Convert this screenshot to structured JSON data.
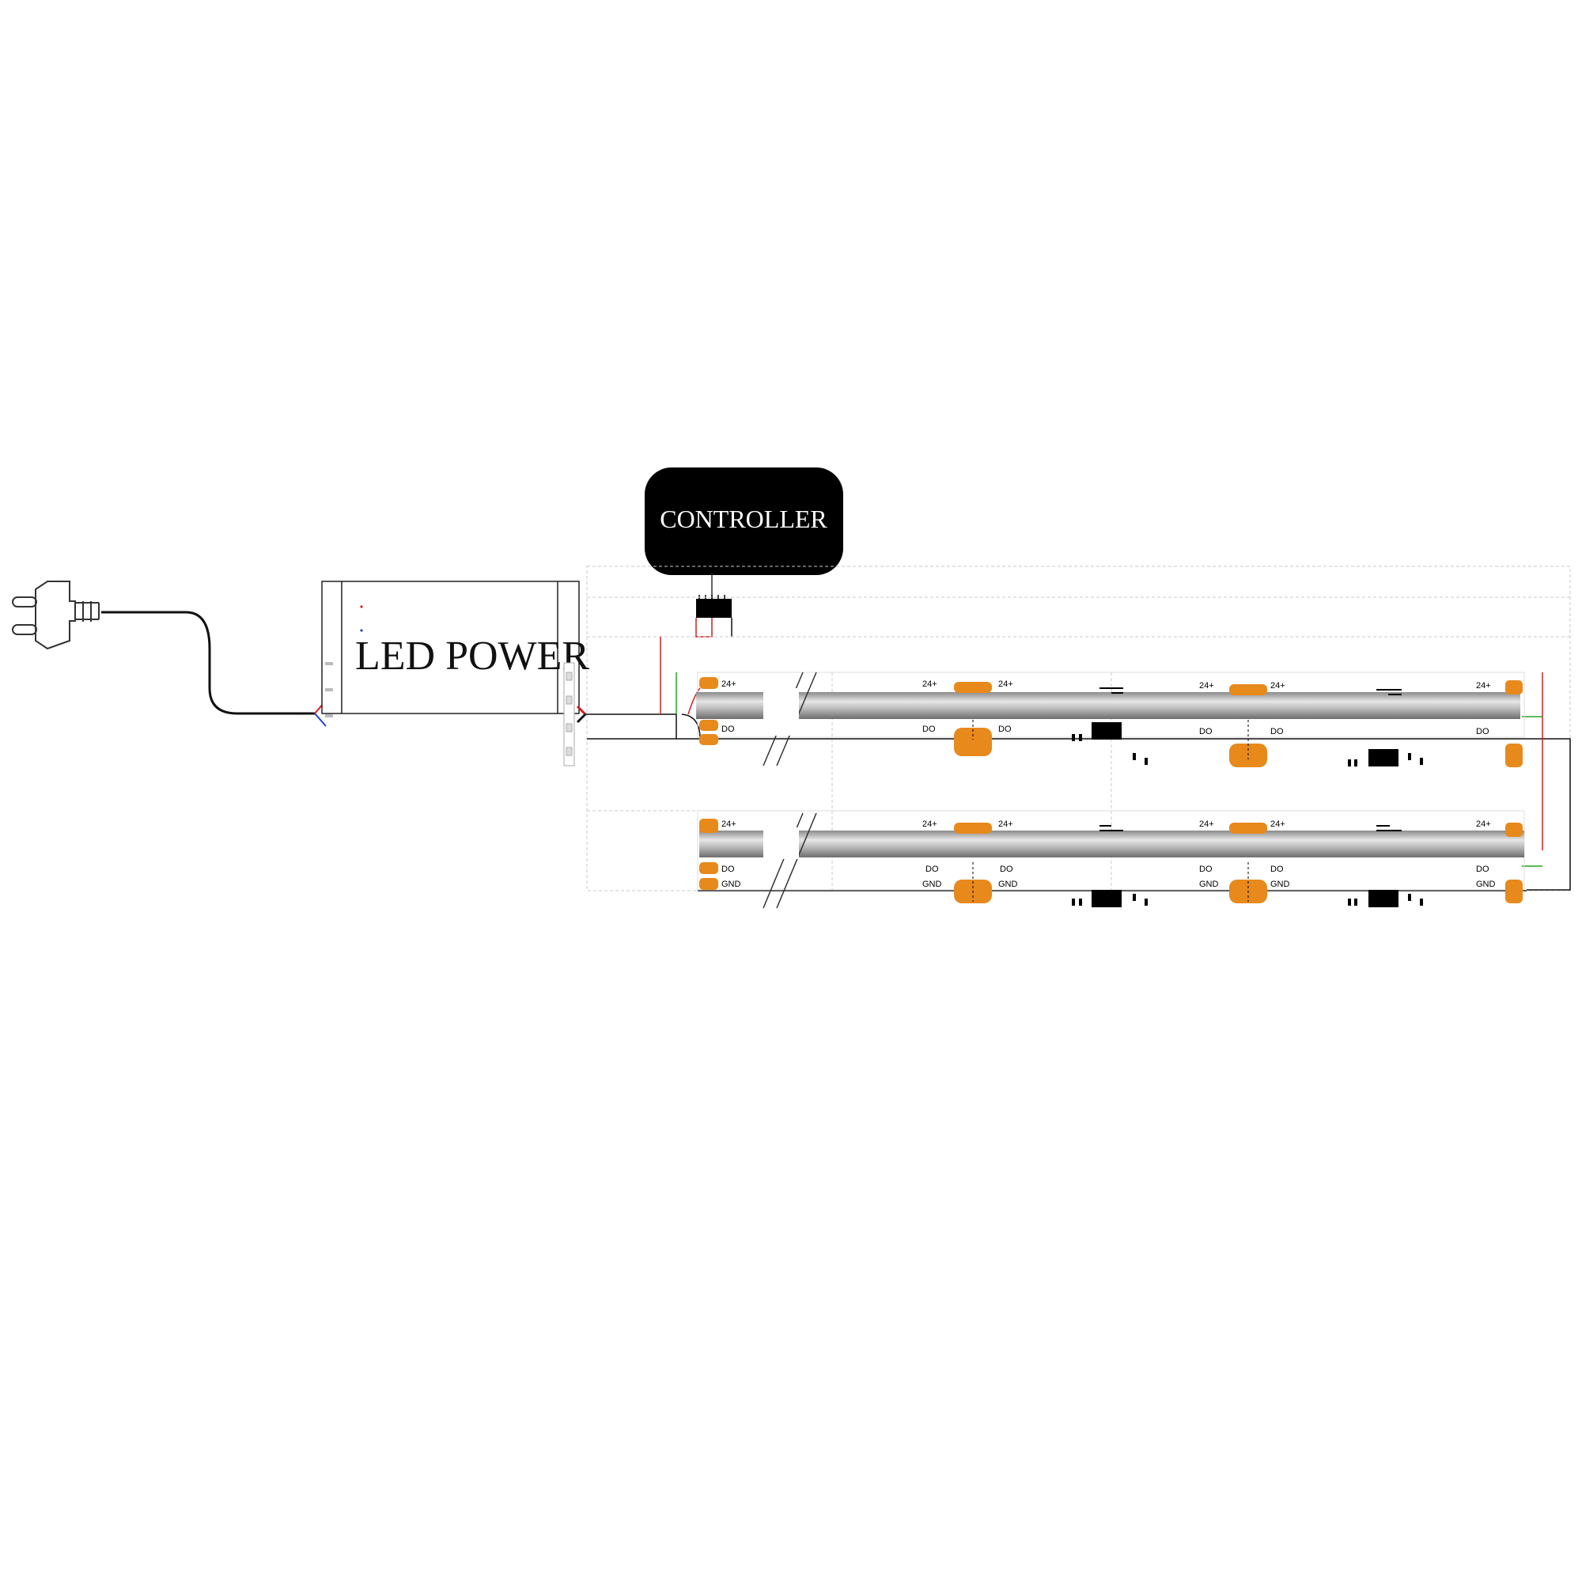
{
  "controller": {
    "label": "CONTROLLER"
  },
  "power_supply": {
    "label": "LED  POWER"
  },
  "pad_labels": {
    "v24": "24+",
    "data_out": "DO",
    "ground": "GND"
  },
  "colors": {
    "controller_fill": "#000000",
    "pad_orange": "#e8891c",
    "wire_red": "#d22020",
    "wire_green": "#1ea81e",
    "wire_blue": "#2040d0",
    "strip_gray": "#9a9a9a"
  }
}
